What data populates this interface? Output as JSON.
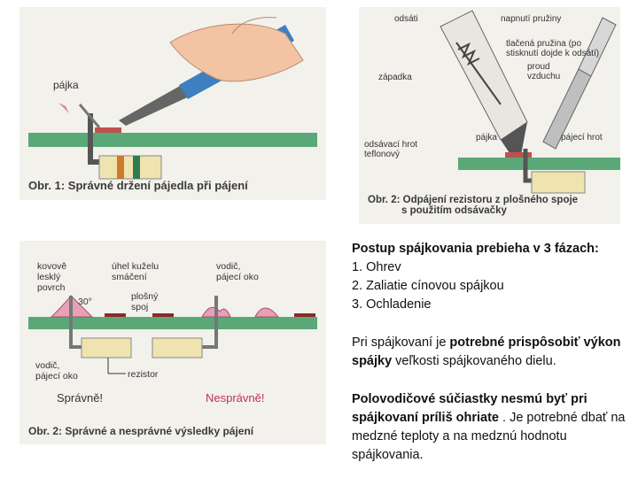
{
  "figure1": {
    "caption": "Obr. 1: Správné držení pájedla při pájení",
    "label_solder": "pájka"
  },
  "figure2": {
    "caption_line1": "Obr. 2: Odpájení rezistoru z plošného spoje",
    "caption_line2": "s použitím odsávačky",
    "labels": {
      "trigger": "odsáti",
      "spring_tension": "napnutí pružiny",
      "spring_compressed_1": "tlačená pružina (po",
      "spring_compressed_2": "stisknutí dojde k odsátí)",
      "air_flow_1": "proud",
      "air_flow_2": "vzduchu",
      "latch": "západka",
      "tip_1": "odsávací hrot",
      "tip_2": "teflonový",
      "solder": "pájka",
      "iron_tip": "pájecí hrot"
    }
  },
  "figure3": {
    "caption": "Obr. 2: Správné a nesprávné výsledky pájení",
    "labels": {
      "shiny_1": "kovově",
      "shiny_2": "lesklý",
      "shiny_3": "povrch",
      "angle_1": "úhel kuželu",
      "angle_2": "smáčení",
      "angle_value": "30°",
      "conductor_1": "vodič,",
      "conductor_2": "pájecí oko",
      "pcb_1": "plošný",
      "pcb_2": "spoj",
      "lead_1": "vodič,",
      "lead_2": "pájecí oko",
      "resistor": "rezistor",
      "correct": "Správně!",
      "incorrect": "Nesprávně!"
    }
  },
  "text": {
    "heading": "Postup spájkovania prebieha v 3 fázach:",
    "steps": [
      "1. Ohrev",
      "2. Zaliatie cínovou spájkou",
      "3. Ochladenie"
    ],
    "para2_plain1": "Pri spájkovaní je ",
    "para2_bold": "potrebné prispôsobiť výkon spájky",
    "para2_plain2": " veľkosti spájkovaného dielu.",
    "para3_bold": "Polovodičové súčiastky nesmú byť pri spájkovaní  príliš ohriate",
    "para3_plain": " . Je potrebné dbať na medzné teploty a na medznú hodnotu spájkovania."
  },
  "colors": {
    "pcb_green": "#5aa878",
    "pad_red": "#c0504d",
    "iron_blue": "#3d7fc1",
    "hand_skin": "#f2c4a3"
  }
}
